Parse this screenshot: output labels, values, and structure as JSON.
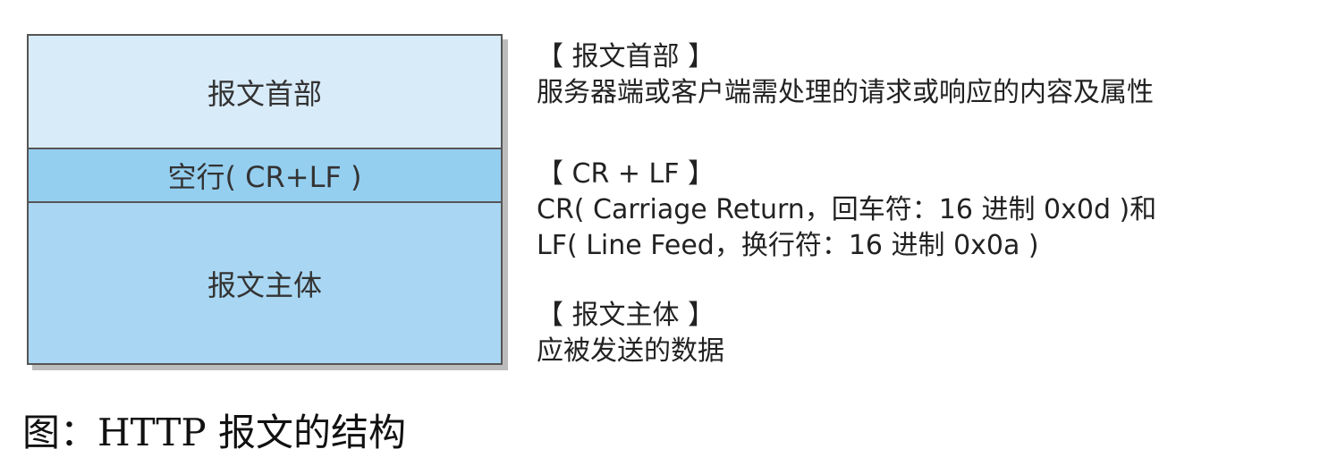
{
  "diagram": {
    "blocks": {
      "header": "报文首部",
      "crlf": "空行( CR+LF )",
      "body": "报文主体"
    },
    "descriptions": {
      "header": {
        "title": "【 报文首部 】",
        "lines": [
          "服务器端或客户端需处理的请求或响应的内容及属性"
        ]
      },
      "crlf": {
        "title": "【 CR + LF 】",
        "lines": [
          "CR( Carriage Return，回车符：16 进制 0x0d )和",
          "LF( Line Feed，换行符：16 进制 0x0a )"
        ]
      },
      "body": {
        "title": "【 报文主体 】",
        "lines": [
          "应被发送的数据"
        ]
      }
    },
    "caption": "图：HTTP 报文的结构"
  },
  "colors": {
    "header_fill": "#d8ebf8",
    "crlf_fill": "#95cff0",
    "body_fill": "#a9d7f3",
    "border": "#555555"
  }
}
